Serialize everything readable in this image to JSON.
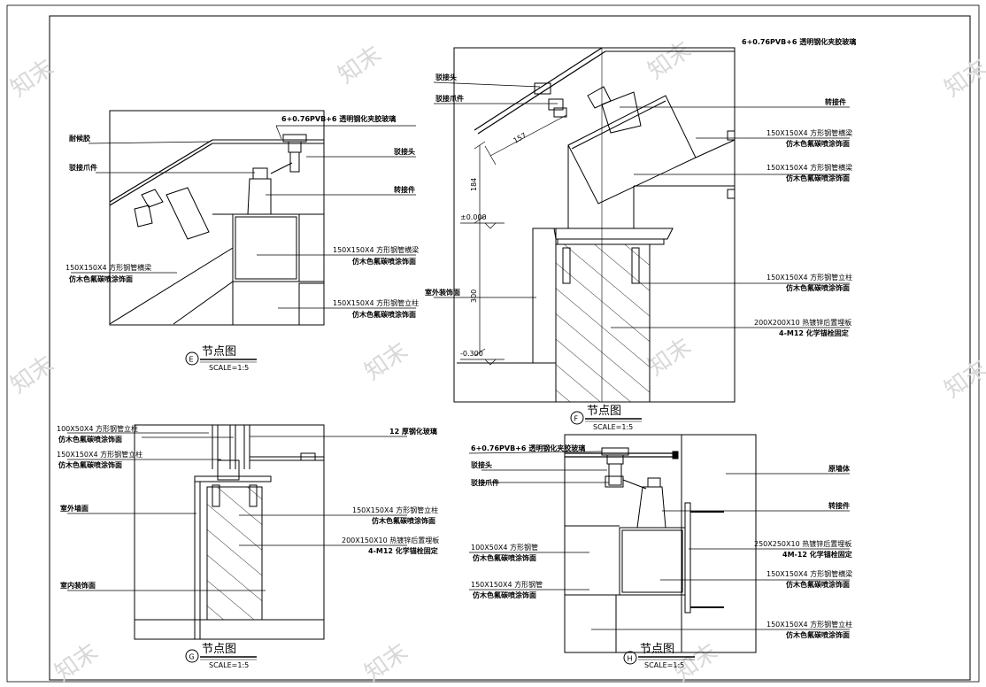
{
  "watermark": "知末",
  "panels": {
    "E": {
      "letter": "E",
      "title": "节点图",
      "scale": "SCALE=1:5",
      "labels": {
        "glass": "6+0.76PVB+6 透明钢化夹胶玻璃",
        "sealant": "耐候胶",
        "head": "驳接头",
        "claw": "驳接爪件",
        "rotary": "转接件",
        "beam_right_1": "150X150X4 方形钢管横梁",
        "beam_right_2": "仿木色氟碳喷涂饰面",
        "beam_left_1": "150X150X4 方形钢管横梁",
        "beam_left_2": "仿木色氟碳喷涂饰面",
        "post_1": "150X150X4 方形钢管立柱",
        "post_2": "仿木色氟碳喷涂饰面"
      }
    },
    "F": {
      "letter": "F",
      "title": "节点图",
      "scale": "SCALE=1:5",
      "labels": {
        "glass": "6+0.76PVB+6 透明钢化夹胶玻璃",
        "head": "驳接头",
        "claw": "驳接爪件",
        "rotary": "转接件",
        "beam1_1": "150X150X4 方形钢管横梁",
        "beam1_2": "仿木色氟碳喷涂饰面",
        "beam2_1": "150X150X4 方形钢管横梁",
        "beam2_2": "仿木色氟碳喷涂饰面",
        "post_1": "150X150X4 方形钢管立柱",
        "post_2": "仿木色氟碳喷涂饰面",
        "plate_1": "200X200X10 热镀锌后置埋板",
        "plate_2": "4-M12 化学锚栓固定",
        "exterior_floor": "室外装饰面",
        "dim_157": "157",
        "dim_184": "184",
        "dim_300": "300",
        "level_0": "±0.000",
        "level_neg": "-0.300"
      }
    },
    "G": {
      "letter": "G",
      "title": "节点图",
      "scale": "SCALE=1:5",
      "labels": {
        "post_small_1": "100X50X4 方形钢管立柱",
        "post_small_2": "仿木色氟碳喷涂饰面",
        "post_mid_1": "150X150X4 方形钢管立柱",
        "post_mid_2": "仿木色氟碳喷涂饰面",
        "glass12": "12 厚钢化玻璃",
        "exterior_wall": "室外墙面",
        "post_r_1": "150X150X4 方形钢管立柱",
        "post_r_2": "仿木色氟碳喷涂饰面",
        "plate_1": "200X150X10 热镀锌后置埋板",
        "plate_2": "4-M12 化学锚栓固定",
        "interior_floor": "室内装饰面"
      }
    },
    "H": {
      "letter": "H",
      "title": "节点图",
      "scale": "SCALE=1:5",
      "labels": {
        "glass": "6+0.76PVB+6 透明钢化夹胶玻璃",
        "head": "驳接头",
        "claw": "驳接爪件",
        "wall": "原墙体",
        "rotary": "转接件",
        "tube_100_1": "100X50X4 方形钢管",
        "tube_100_2": "仿木色氟碳喷涂饰面",
        "plate_1": "250X250X10 热镀锌后置埋板",
        "plate_2": "4M-12 化学锚栓固定",
        "tube_150_1": "150X150X4 方形钢管",
        "tube_150_2": "仿木色氟碳喷涂饰面",
        "beam_1": "150X150X4 方形钢管横梁",
        "beam_2": "仿木色氟碳喷涂饰面",
        "post_1": "150X150X4 方形钢管立柱",
        "post_2": "仿木色氟碳喷涂饰面"
      }
    }
  }
}
